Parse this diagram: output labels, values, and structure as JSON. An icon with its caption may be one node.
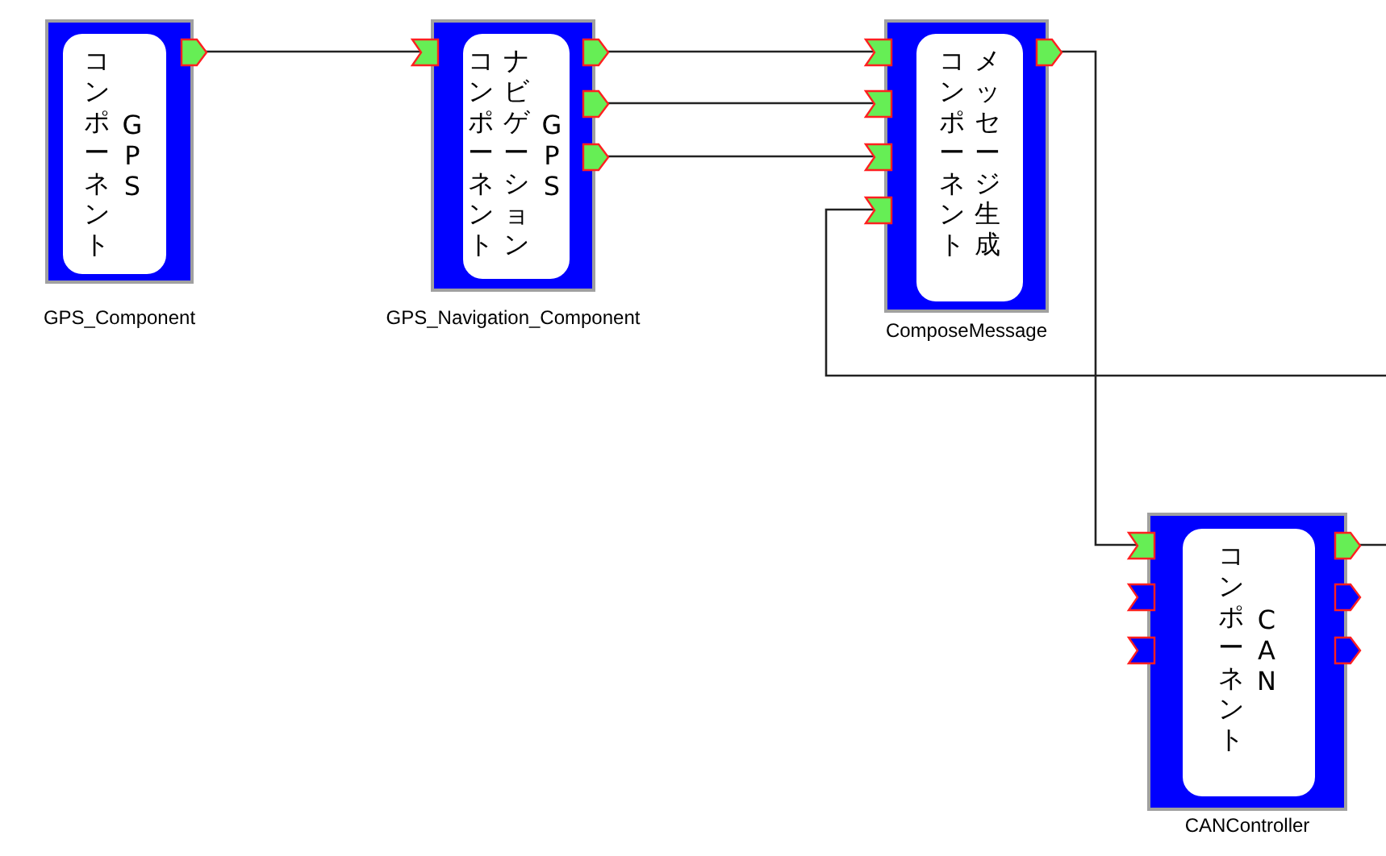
{
  "diagram": {
    "nodes": [
      {
        "text": [
          "GPSコンポーネント"
        ],
        "beside": [
          "GPS_Component"
        ]
      },
      {
        "text": [
          "GPSナビゲーションコンポーネント"
        ],
        "beside": [
          "GPS_Navigation_Component"
        ]
      },
      {
        "text": [
          "メッセージ生成コンポーネント"
        ],
        "beside": [
          "ComposeMessage"
        ]
      },
      {
        "text": [
          "CANコンポーネント"
        ],
        "beside": [
          "CANController"
        ]
      }
    ],
    "edges": [
      {
        "from": 0,
        "to": 1,
        "arrow": "none"
      },
      {
        "from": 1,
        "to": 2,
        "arrow": "none"
      },
      {
        "from": 1,
        "to": 2,
        "arrow": "none"
      },
      {
        "from": 1,
        "to": 2,
        "arrow": "none"
      },
      {
        "from": 2,
        "to": 3,
        "arrow": "none"
      },
      {
        "from": null,
        "to": 2,
        "arrow": "none"
      },
      {
        "from": 3,
        "to": null,
        "arrow": "none"
      }
    ]
  }
}
